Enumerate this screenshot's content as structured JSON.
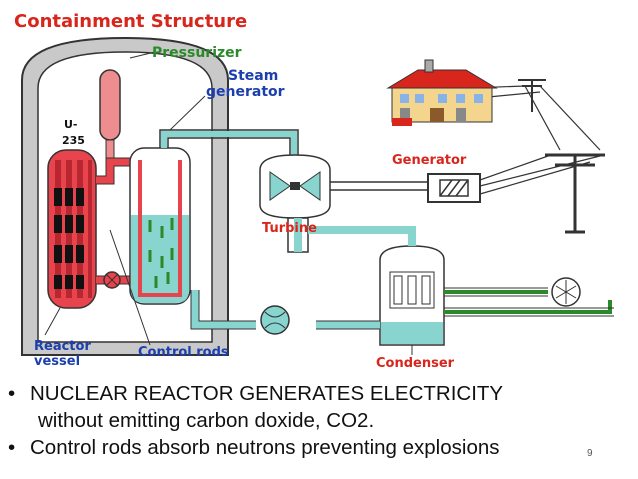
{
  "labels": {
    "containment": "Containment Structure",
    "pressurizer": "Pressurizer",
    "steam_generator_line1": "Steam",
    "steam_generator_line2": "generator",
    "turbine": "Turbine",
    "generator": "Generator",
    "reactor_vessel_line1": "Reactor",
    "reactor_vessel_line2": "vessel",
    "control_rods": "Control rods",
    "condenser": "Condenser",
    "fuel_line1": "U-",
    "fuel_line2": "235"
  },
  "bullets": {
    "b1_line1": "NUCLEAR REACTOR GENERATES ELECTRICITY",
    "b1_line2": "without emitting carbon doxide, CO2.",
    "b2": "Control rods absorb neutrons preventing explosions",
    "marker": "•"
  },
  "page_number": "9",
  "colors": {
    "label_red": "#d8261c",
    "label_blue": "#1b3fae",
    "label_green": "#2a8a2a",
    "water": "#88d4cf",
    "core_red": "#e8444e"
  }
}
